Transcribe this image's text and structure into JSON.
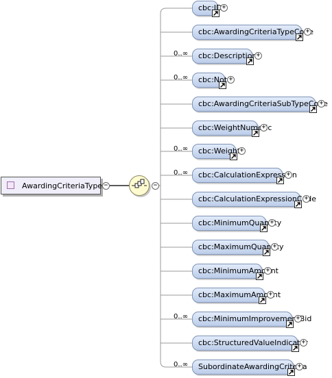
{
  "root": {
    "name": "AwardingCriteriaType",
    "toggle": "−"
  },
  "sequence": {
    "icon": "sequence-compositor-icon",
    "toggle": "−"
  },
  "children": [
    {
      "name": "cbc:ID",
      "occurs": ""
    },
    {
      "name": "cbc:AwardingCriteriaTypeCode",
      "occurs": ""
    },
    {
      "name": "cbc:Description",
      "occurs": "0..∞"
    },
    {
      "name": "cbc:Note",
      "occurs": "0..∞"
    },
    {
      "name": "cbc:AwardingCriteriaSubTypeCode",
      "occurs": ""
    },
    {
      "name": "cbc:WeightNumeric",
      "occurs": ""
    },
    {
      "name": "cbc:Weight",
      "occurs": "0..∞"
    },
    {
      "name": "cbc:CalculationExpression",
      "occurs": "0..∞"
    },
    {
      "name": "cbc:CalculationExpressionCode",
      "occurs": ""
    },
    {
      "name": "cbc:MinimumQuantity",
      "occurs": ""
    },
    {
      "name": "cbc:MaximumQuantity",
      "occurs": ""
    },
    {
      "name": "cbc:MinimumAmount",
      "occurs": ""
    },
    {
      "name": "cbc:MaximumAmount",
      "occurs": ""
    },
    {
      "name": "cbc:MinimumImprovementBid",
      "occurs": "0..∞"
    },
    {
      "name": "cbc:StructuredValueIndicator",
      "occurs": ""
    },
    {
      "name": "SubordinateAwardingCriteria",
      "occurs": "0..∞"
    }
  ],
  "child_expand_symbol": "+"
}
